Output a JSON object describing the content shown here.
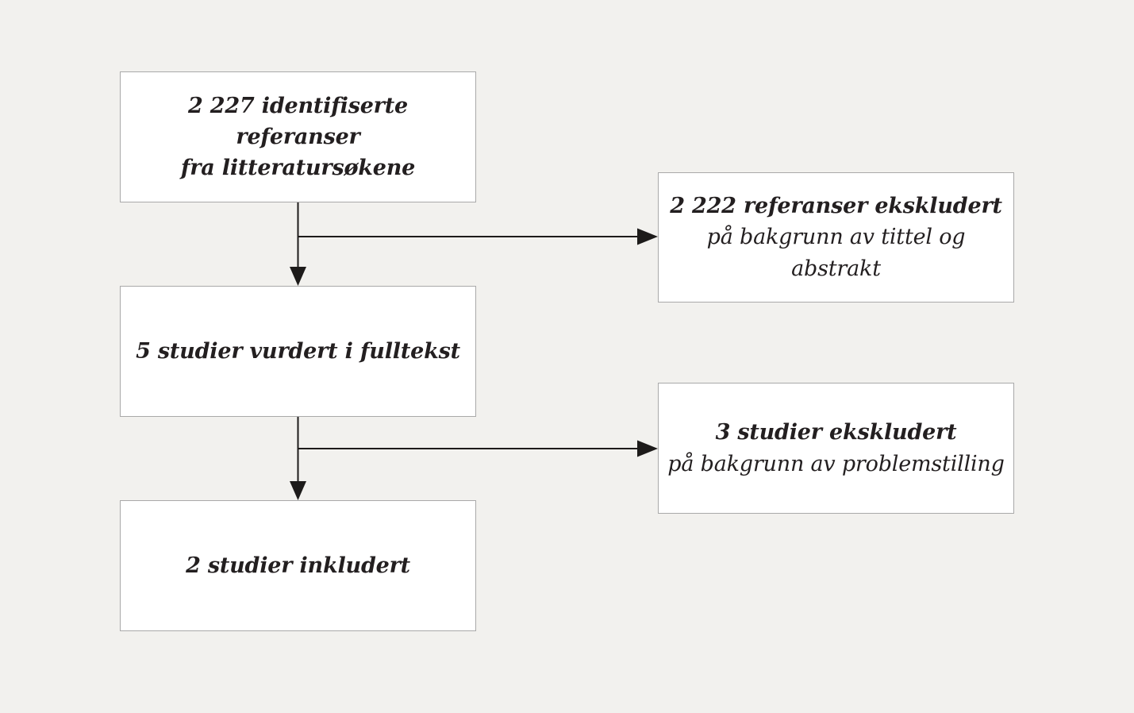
{
  "colors": {
    "background": "#f2f1ee",
    "box_fill": "#ffffff",
    "box_border": "#a9a9a9",
    "arrow": "#1d1b1a",
    "text": "#231f20"
  },
  "diagram": {
    "type": "flowchart",
    "language": "Norwegian",
    "boxes": {
      "identified": {
        "line1": "2 227 identifiserte referanser",
        "line2": "fra litteratursøkene"
      },
      "excluded_refs": {
        "line1": "2 222 referanser ekskludert",
        "line2": "på bakgrunn av tittel og abstrakt"
      },
      "fulltext": {
        "line1": "5 studier vurdert i fulltekst"
      },
      "excluded_studies": {
        "line1": "3 studier ekskludert",
        "line2": "på bakgrunn av problemstilling"
      },
      "included": {
        "line1": "2 studier inkludert"
      }
    }
  }
}
